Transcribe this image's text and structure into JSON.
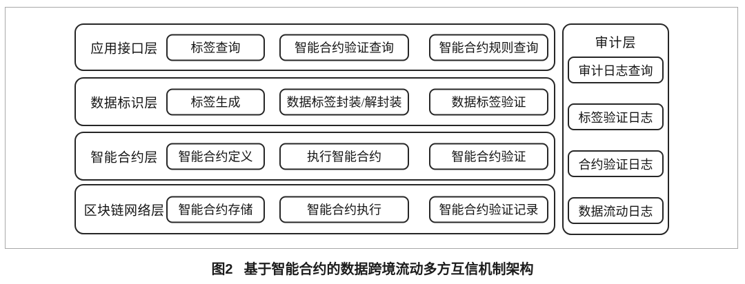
{
  "figure": {
    "caption_prefix": "图2",
    "caption_text": "基于智能合约的数据跨境流动多方互信机制架构"
  },
  "layers": [
    {
      "label": "应用接口层",
      "boxes": [
        "标签查询",
        "智能合约验证查询",
        "智能合约规则查询"
      ]
    },
    {
      "label": "数据标识层",
      "boxes": [
        "标签生成",
        "数据标签封装/解封装",
        "数据标签验证"
      ]
    },
    {
      "label": "智能合约层",
      "boxes": [
        "智能合约定义",
        "执行智能合约",
        "智能合约验证"
      ]
    },
    {
      "label": "区块链网络层",
      "boxes": [
        "智能合约存储",
        "智能合约执行",
        "智能合约验证记录"
      ]
    }
  ],
  "audit": {
    "title": "审计层",
    "boxes": [
      "审计日志查询",
      "标签验证日志",
      "合约验证日志",
      "数据流动日志"
    ]
  },
  "colors": {
    "node_border": "#262626",
    "frame_border": "#a8a8a8",
    "text": "#141414",
    "background": "#ffffff"
  }
}
